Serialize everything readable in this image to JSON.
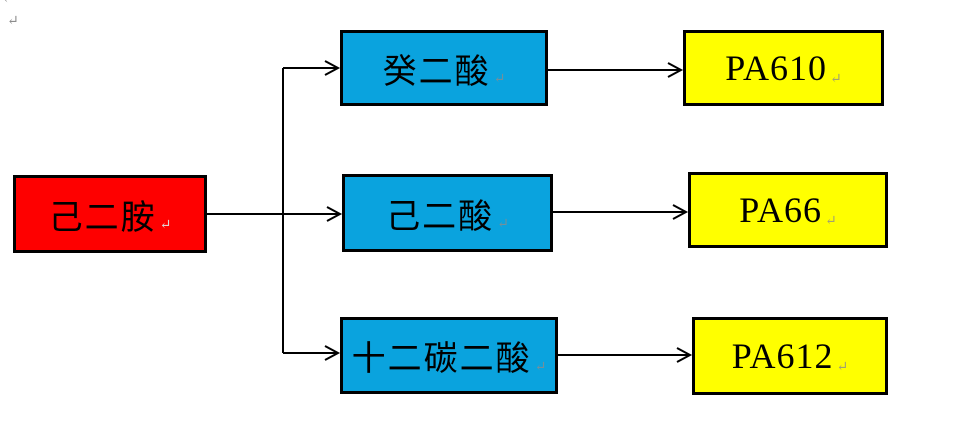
{
  "colors": {
    "background": "#ffffff",
    "border": "#000000",
    "connector": "#000000",
    "source_fill": "#fe0000",
    "acid_fill": "#0aa3de",
    "product_fill": "#ffff00",
    "paragraph_mark": "#8c8c8c"
  },
  "icons": {
    "paragraph_mark": "↵"
  },
  "diagram": {
    "source": {
      "label": "己二胺",
      "fill": "#fe0000"
    },
    "acids": [
      {
        "label": "癸二酸",
        "fill": "#0aa3de"
      },
      {
        "label": "己二酸",
        "fill": "#0aa3de"
      },
      {
        "label": "十二碳二酸",
        "fill": "#0aa3de"
      }
    ],
    "products": [
      {
        "label": "PA610",
        "fill": "#ffff00"
      },
      {
        "label": "PA66",
        "fill": "#ffff00"
      },
      {
        "label": "PA612",
        "fill": "#ffff00"
      }
    ],
    "edges": [
      {
        "from": "己二胺",
        "to": "癸二酸"
      },
      {
        "from": "己二胺",
        "to": "己二酸"
      },
      {
        "from": "己二胺",
        "to": "十二碳二酸"
      },
      {
        "from": "癸二酸",
        "to": "PA610"
      },
      {
        "from": "己二酸",
        "to": "PA66"
      },
      {
        "from": "十二碳二酸",
        "to": "PA612"
      }
    ]
  }
}
